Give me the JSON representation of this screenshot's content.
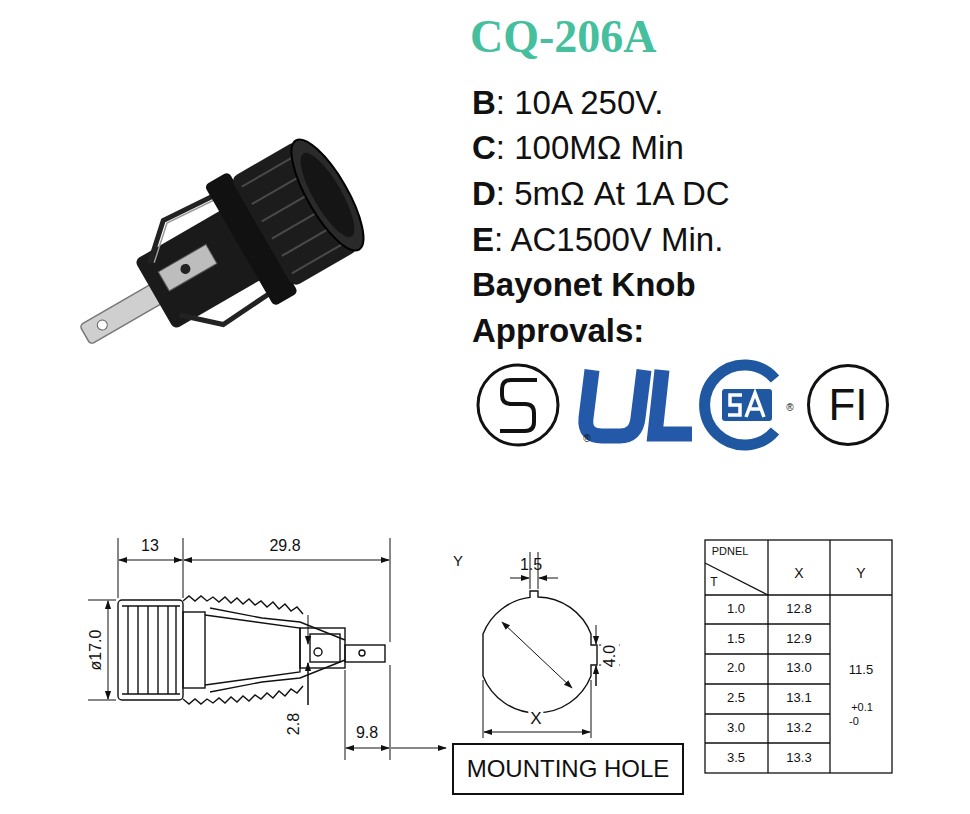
{
  "diagram": {
    "title": "CQ-206A",
    "nodes": [
      {
        "text": [
          "FI"
        ]
      },
      {
        "text": [
          "MOUNTING HOLE"
        ]
      }
    ],
    "labels": [
      "B",
      ": 10A 250V.",
      "C",
      ": 100MΩ Min",
      "D",
      ": 5mΩ At 1A DC",
      "E",
      ": AC1500V Min.",
      "Bayonet Knob",
      "Approvals:",
      "13",
      "29.8",
      "ø17.0",
      "2.8",
      "9.8",
      "Y",
      "1.5",
      "4.0",
      "X",
      "PDNEL",
      "T",
      "X",
      "Y",
      "1.0",
      "12.8",
      "1.5",
      "12.9",
      "2.0",
      "13.0",
      "2.5",
      "13.1",
      "3.0",
      "13.2",
      "3.5",
      "13.3",
      "11.5",
      "+0.1",
      "-0",
      "®",
      "®"
    ]
  }
}
